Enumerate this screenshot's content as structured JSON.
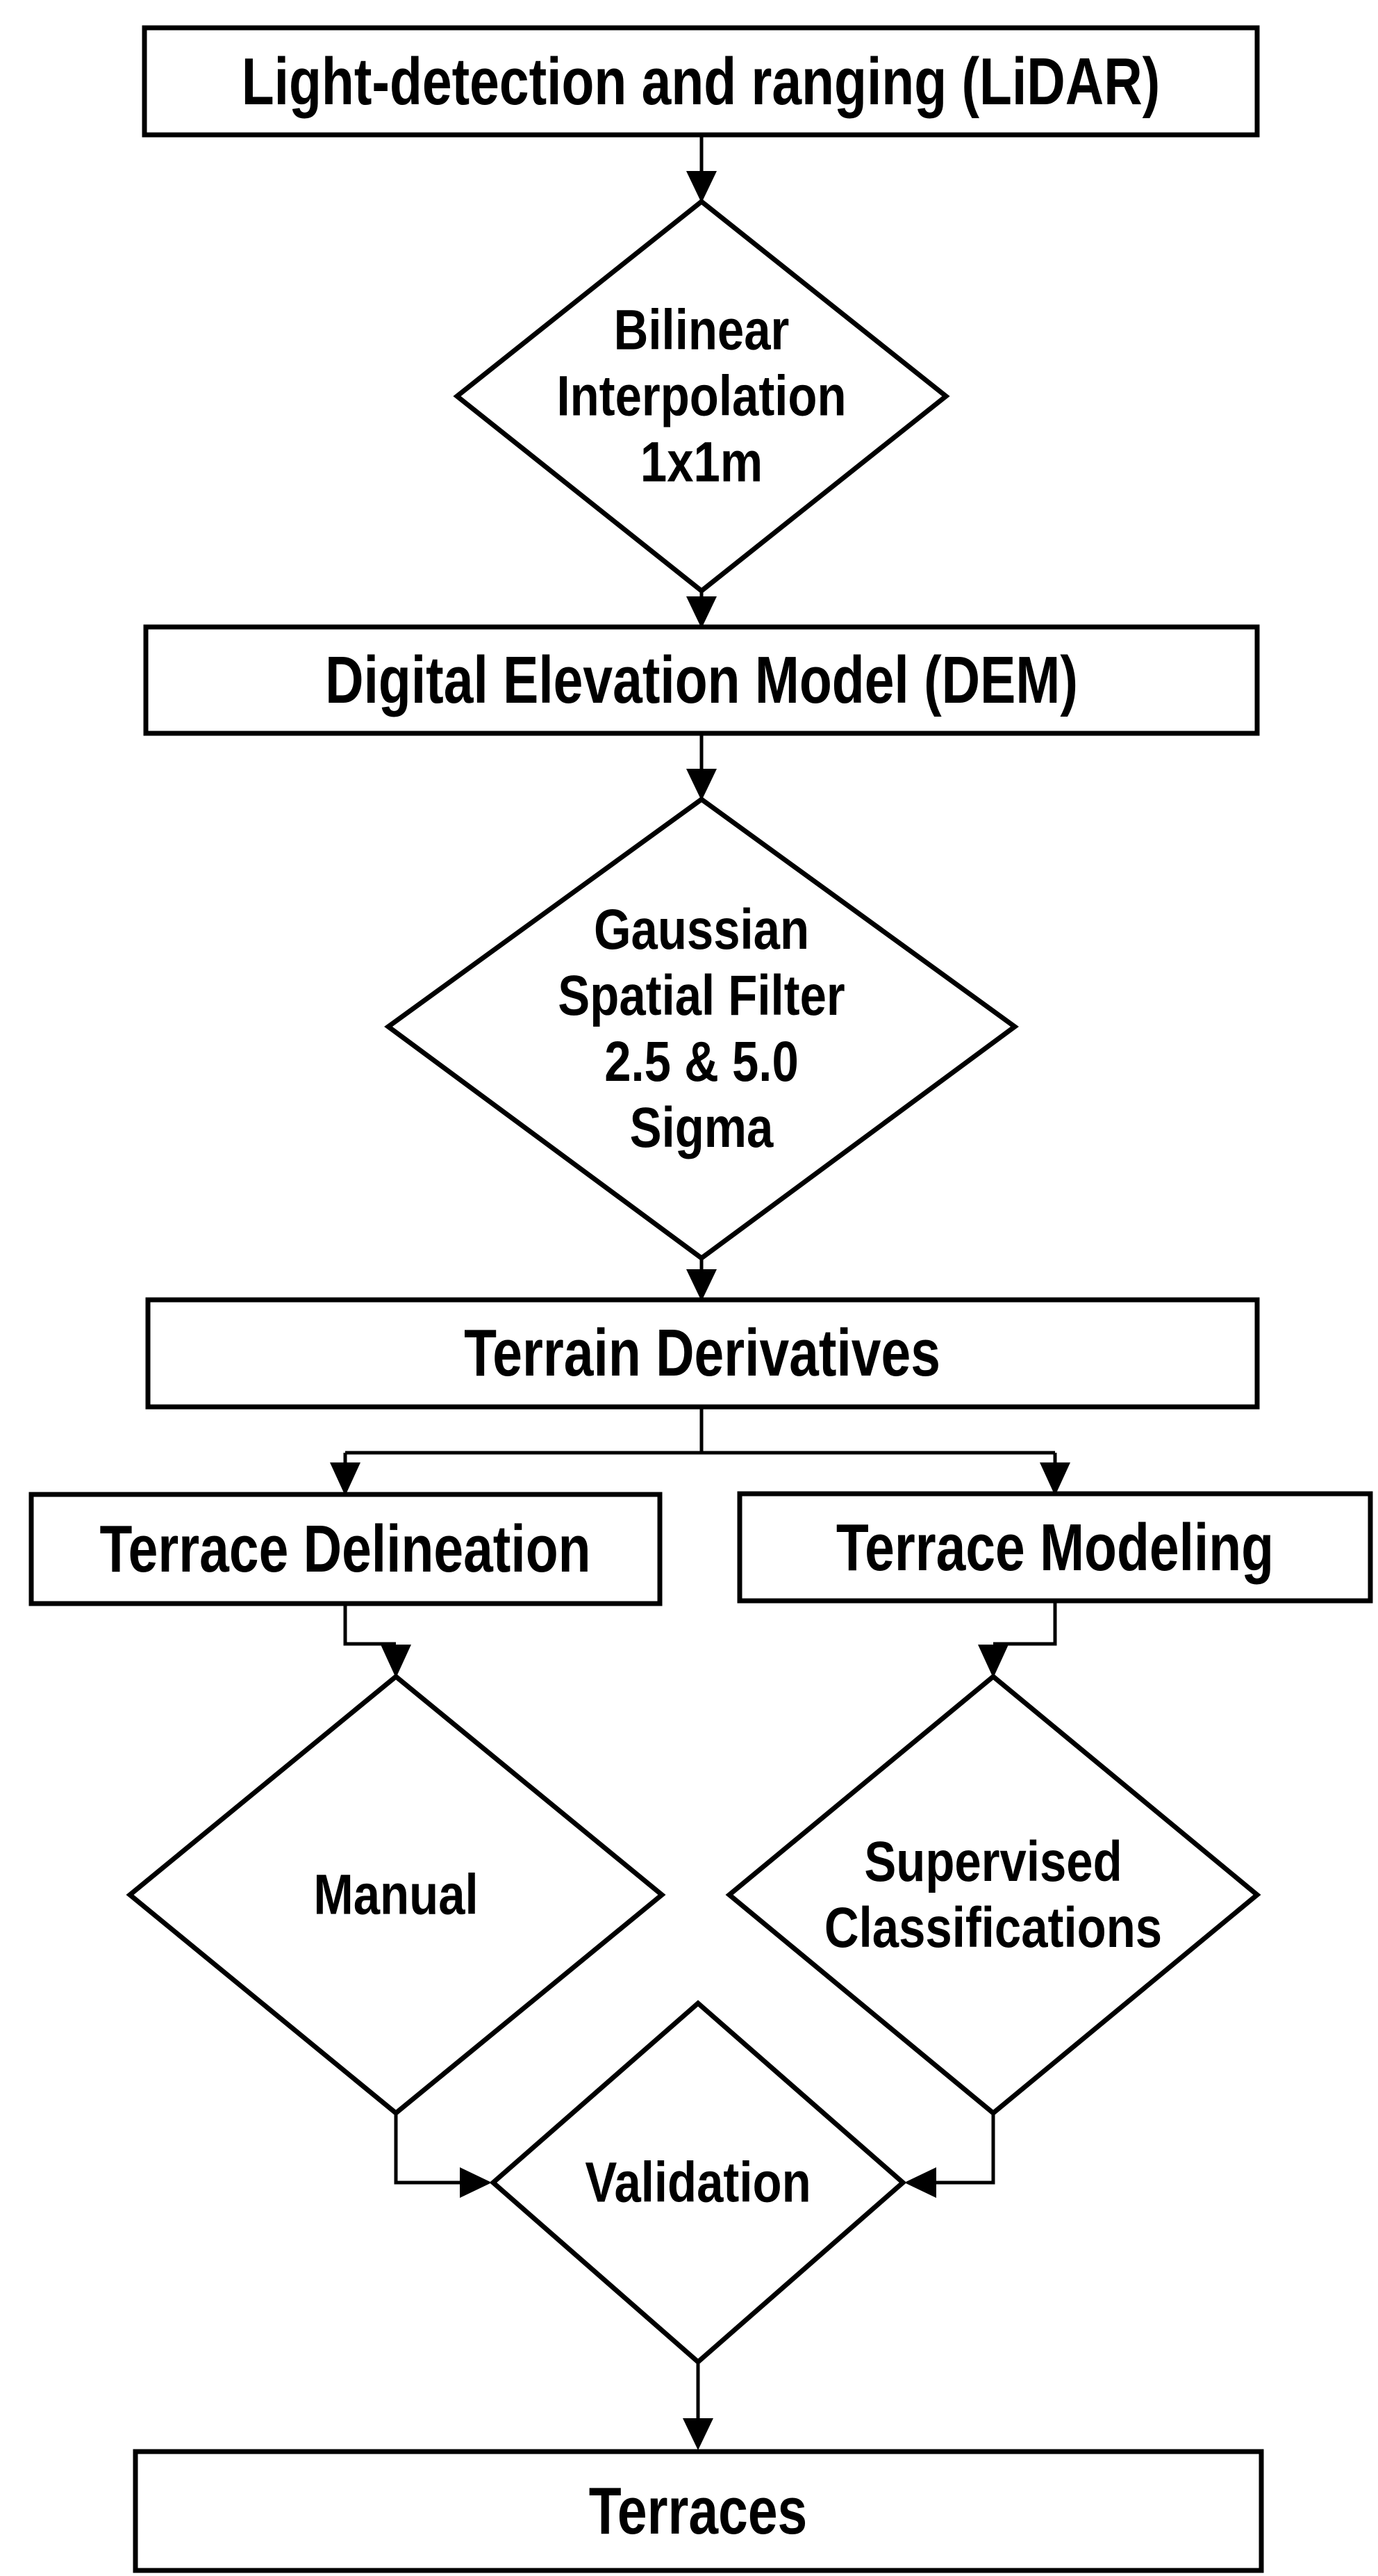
{
  "diagram": {
    "type": "flowchart",
    "background_color": "#ffffff",
    "stroke_color": "#000000",
    "text_color": "#000000",
    "nodes": {
      "lidar": {
        "shape": "rectangle",
        "label": "Light-detection and ranging (LiDAR)"
      },
      "bilinear": {
        "shape": "diamond",
        "lines": [
          "Bilinear",
          "Interpolation",
          "1x1m"
        ]
      },
      "dem": {
        "shape": "rectangle",
        "label": "Digital Elevation Model (DEM)"
      },
      "gaussian": {
        "shape": "diamond",
        "lines": [
          "Gaussian",
          "Spatial Filter",
          "2.5 & 5.0",
          "Sigma"
        ]
      },
      "terrain_derivatives": {
        "shape": "rectangle",
        "label": "Terrain Derivatives"
      },
      "terrace_delineation": {
        "shape": "rectangle",
        "label": "Terrace Delineation"
      },
      "terrace_modeling": {
        "shape": "rectangle",
        "label": "Terrace Modeling"
      },
      "manual": {
        "shape": "diamond",
        "label": "Manual"
      },
      "supervised_classifications": {
        "shape": "diamond",
        "lines": [
          "Supervised",
          "Classifications"
        ]
      },
      "validation": {
        "shape": "diamond",
        "label": "Validation"
      },
      "terraces": {
        "shape": "rectangle",
        "label": "Terraces"
      }
    },
    "edges": [
      {
        "from": "lidar",
        "to": "bilinear"
      },
      {
        "from": "bilinear",
        "to": "dem"
      },
      {
        "from": "dem",
        "to": "gaussian"
      },
      {
        "from": "gaussian",
        "to": "terrain_derivatives"
      },
      {
        "from": "terrain_derivatives",
        "to": "terrace_delineation"
      },
      {
        "from": "terrain_derivatives",
        "to": "terrace_modeling"
      },
      {
        "from": "terrace_delineation",
        "to": "manual"
      },
      {
        "from": "terrace_modeling",
        "to": "supervised_classifications"
      },
      {
        "from": "manual",
        "to": "validation"
      },
      {
        "from": "supervised_classifications",
        "to": "validation"
      },
      {
        "from": "validation",
        "to": "terraces"
      }
    ]
  }
}
